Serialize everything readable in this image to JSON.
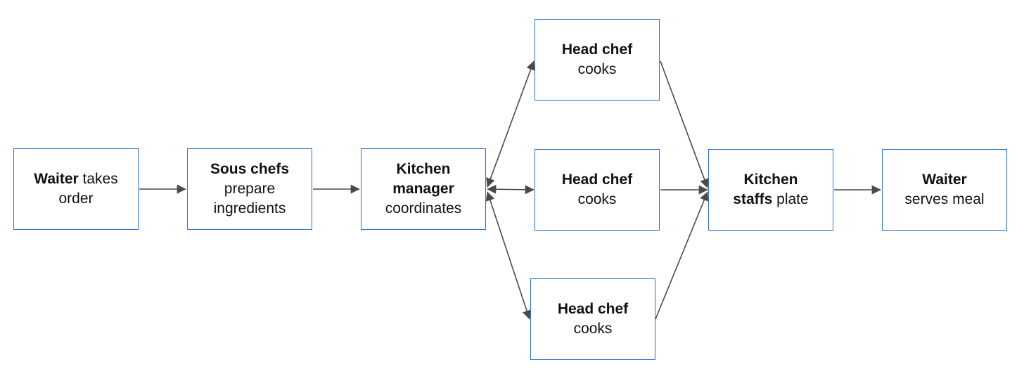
{
  "nodes": {
    "waiter_take": {
      "bold": "Waiter",
      "text_a": " takes",
      "text_b": "order"
    },
    "sous": {
      "bold": "Sous chefs",
      "text": "prepare ingredients"
    },
    "manager": {
      "bold": "Kitchen manager",
      "text": "coordinates"
    },
    "head_top": {
      "bold": "Head chef",
      "text": "cooks"
    },
    "head_mid": {
      "bold": "Head chef",
      "text": "cooks"
    },
    "head_bot": {
      "bold": "Head chef",
      "text": "cooks"
    },
    "staff": {
      "bold": "Kitchen",
      "bold2": "staffs",
      "text": " plate"
    },
    "waiter_serve": {
      "bold": "Waiter",
      "text": "serves meal"
    }
  },
  "colors": {
    "box_border": "#2a6fd6",
    "arrow": "#4a4a4a",
    "text": "#111111"
  }
}
